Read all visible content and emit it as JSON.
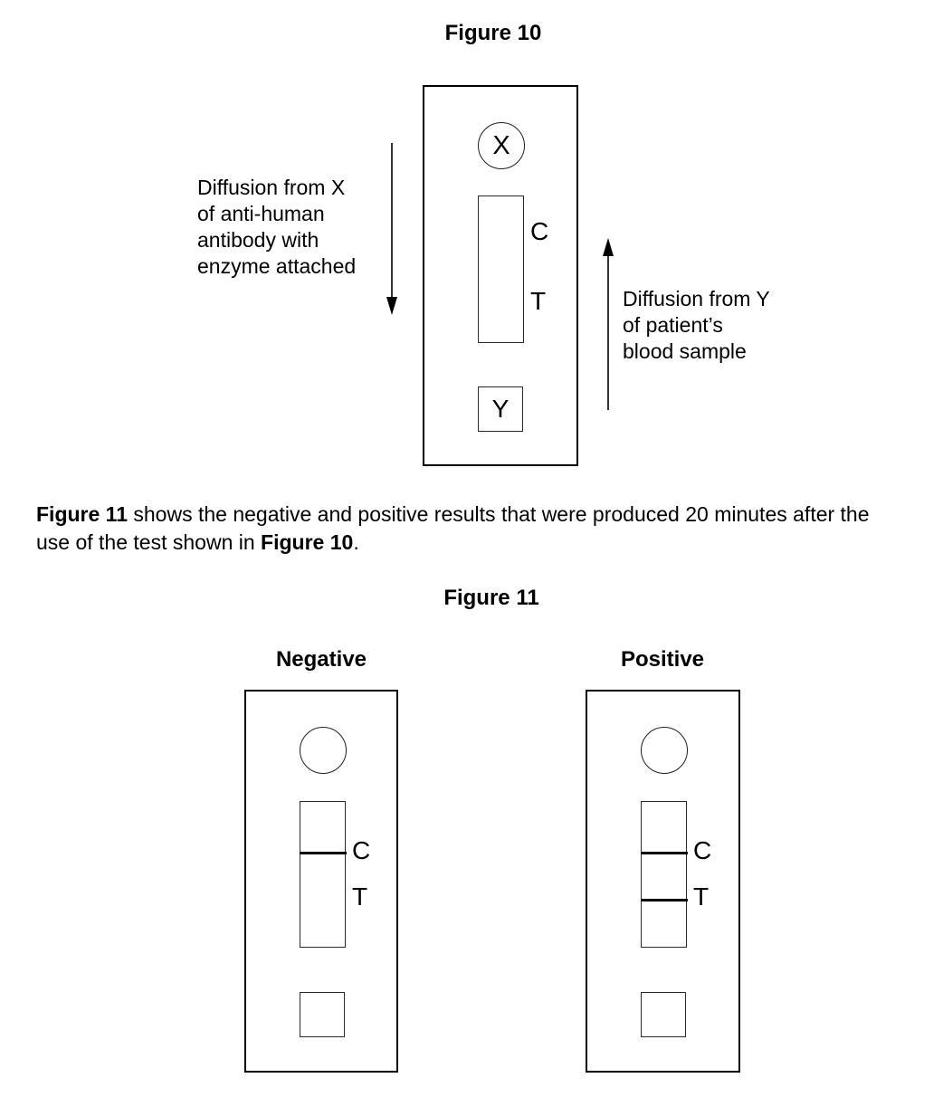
{
  "page": {
    "background": "#ffffff",
    "ink": "#000000"
  },
  "figure10": {
    "title": "Figure 10",
    "left_annotation": [
      "Diffusion from X",
      "of anti-human",
      "antibody with",
      "enzyme attached"
    ],
    "right_annotation": [
      "Diffusion from Y",
      "of patient’s",
      "blood sample"
    ],
    "device": {
      "well_label": "X",
      "control_label": "C",
      "test_label": "T",
      "sample_label": "Y"
    }
  },
  "caption": {
    "bold_start": "Figure 11",
    "middle": " shows the negative and positive results that were produced 20 minutes after the use of the test shown in ",
    "bold_end": "Figure 10",
    "suffix": "."
  },
  "figure11": {
    "title": "Figure 11",
    "negative": {
      "heading": "Negative",
      "control_label": "C",
      "test_label": "T"
    },
    "positive": {
      "heading": "Positive",
      "control_label": "C",
      "test_label": "T"
    }
  }
}
